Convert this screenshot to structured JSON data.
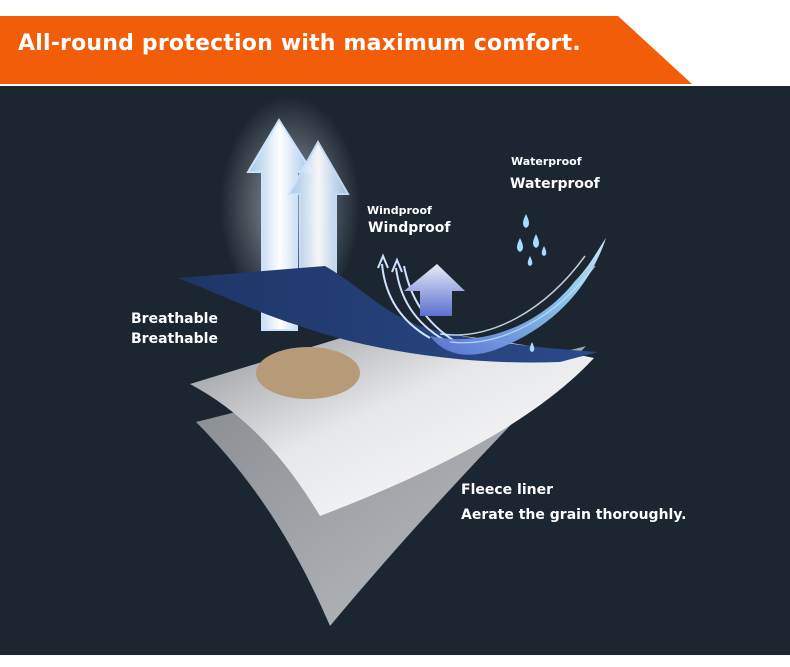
{
  "banner": {
    "title": "All-round protection with maximum comfort.",
    "color": "#f25d0a"
  },
  "panel": {
    "background": "#1b2631"
  },
  "labels": {
    "waterproof_small": "Waterproof",
    "waterproof": "Waterproof",
    "windproof_small": "Windproof",
    "windproof": "Windproof",
    "breathable_1": "Breathable",
    "breathable_2": "Breathable",
    "fleece_liner": "Fleece liner",
    "fleece_desc": "Aerate the grain thoroughly."
  },
  "icons": [
    "up-arrow-icon",
    "wind-arrow-icon",
    "water-drop-icon"
  ]
}
